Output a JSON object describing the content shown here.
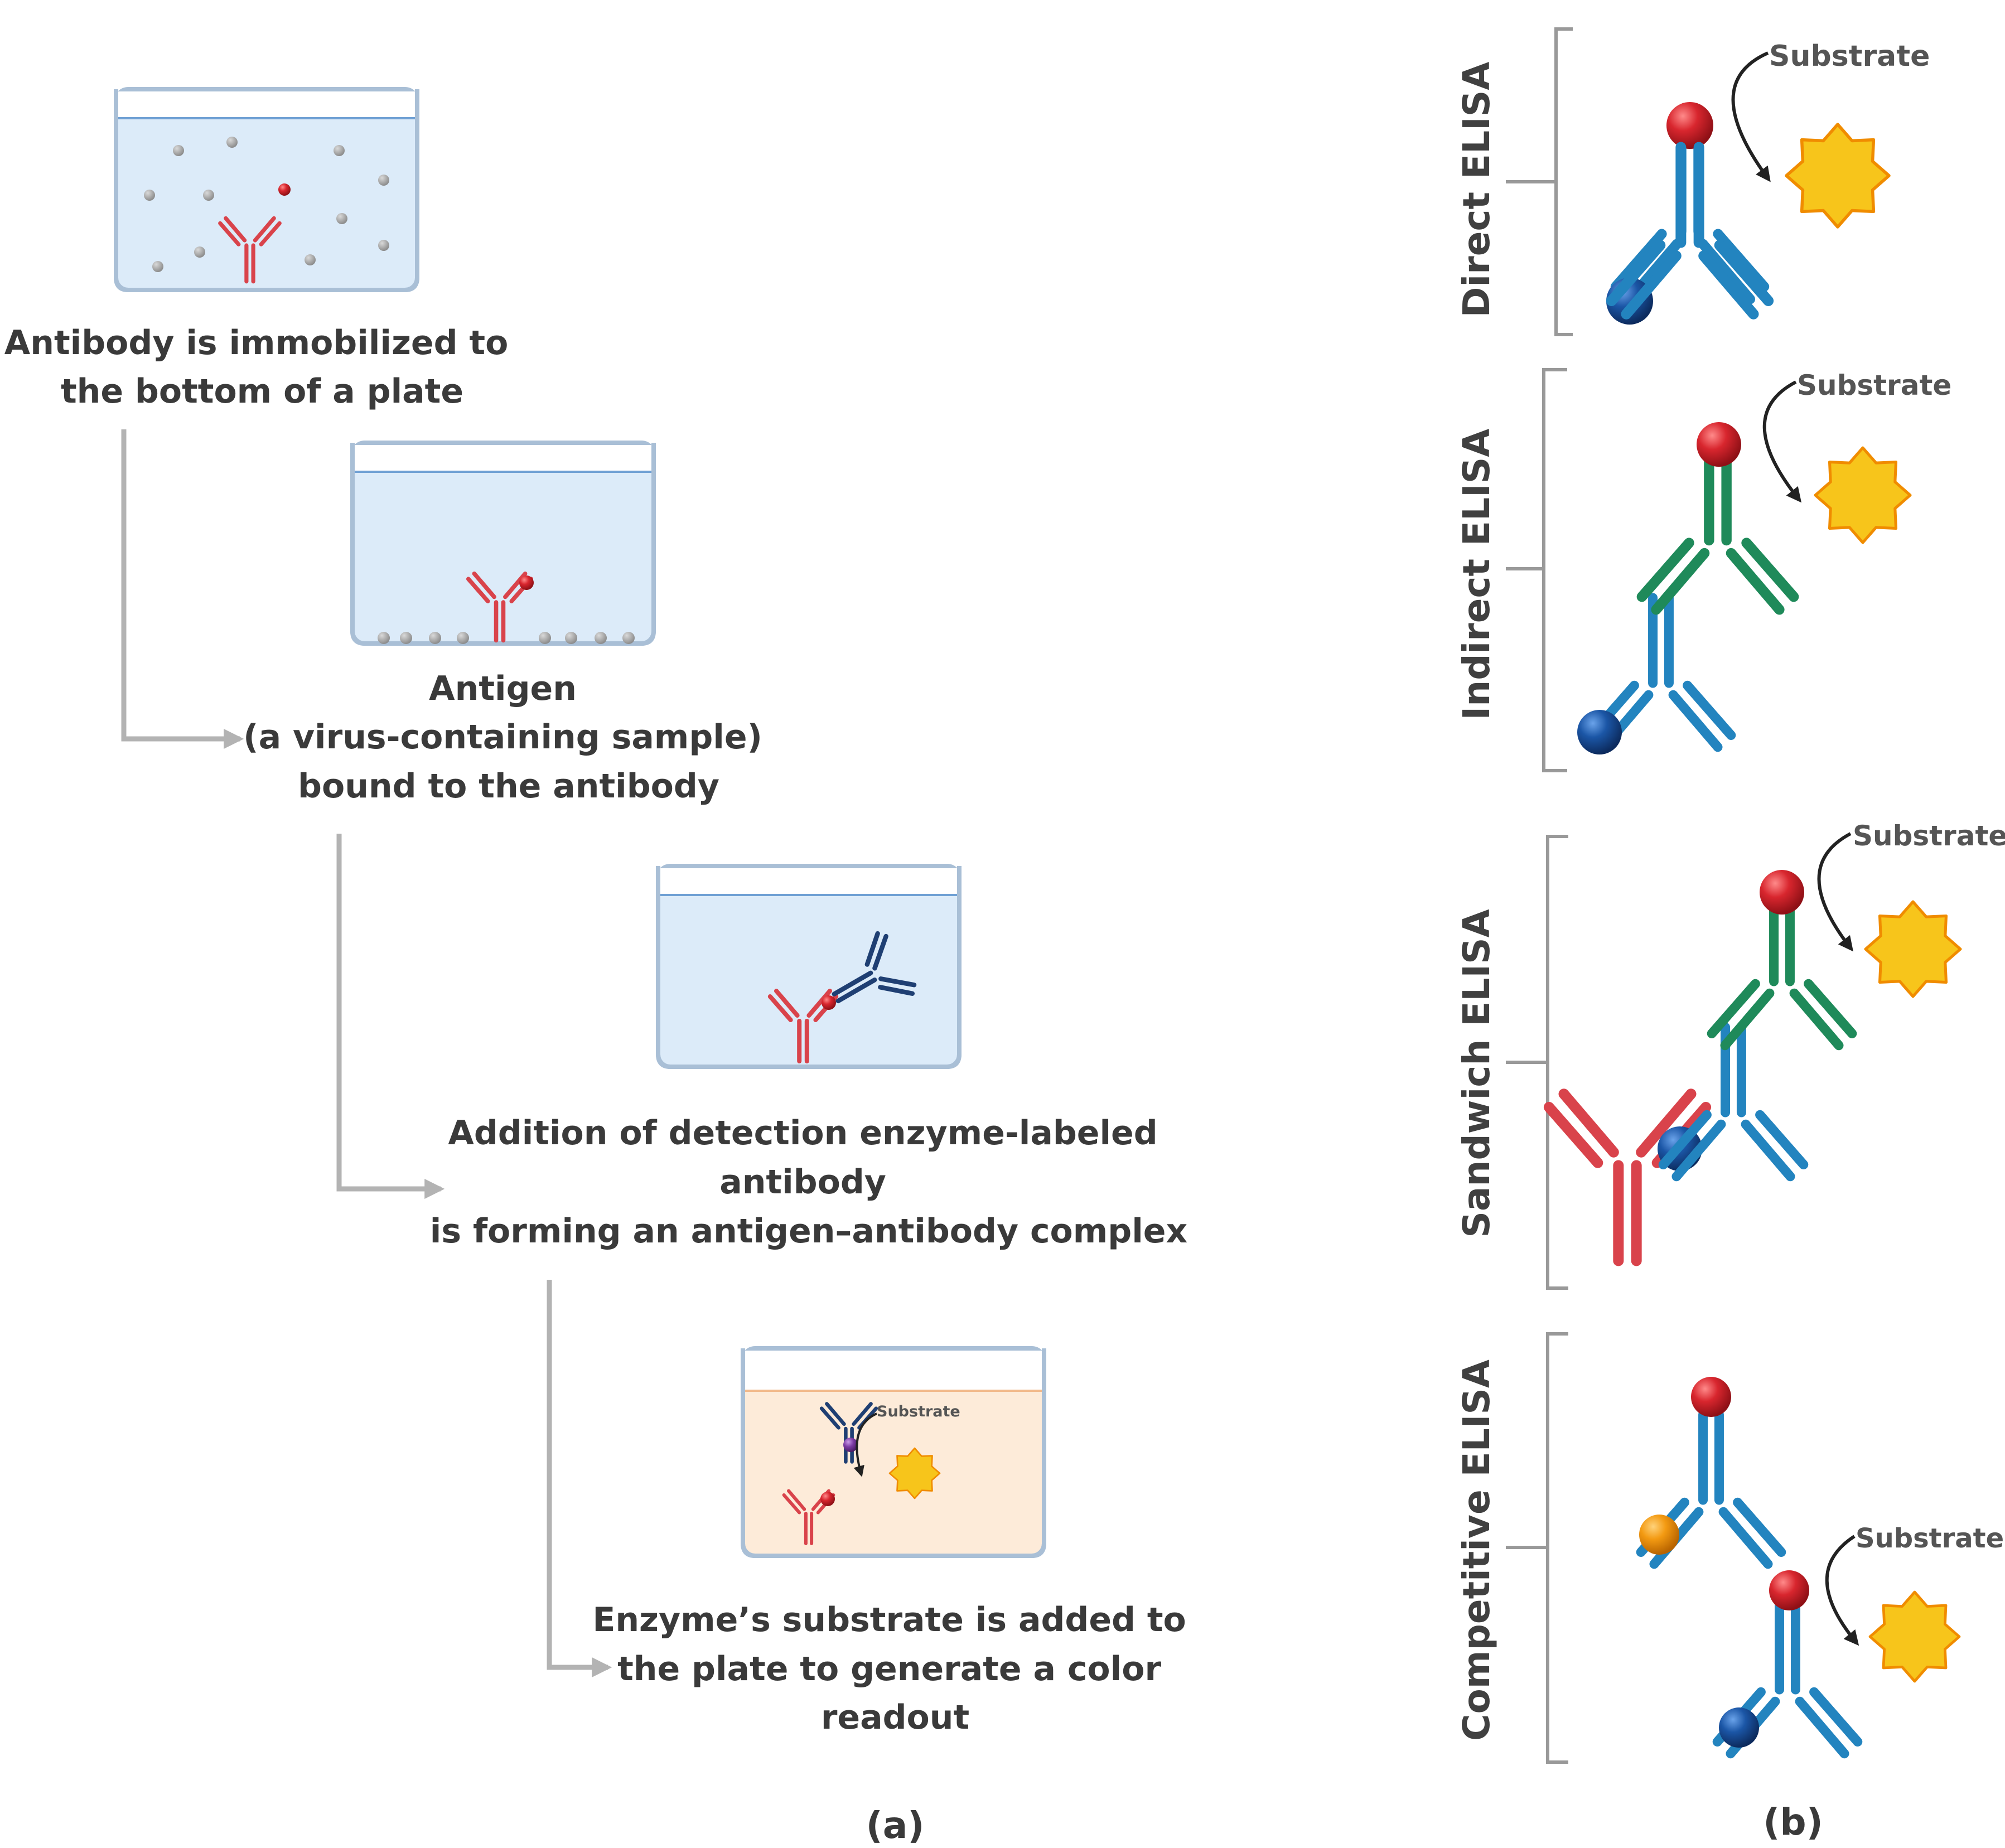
{
  "panel_a": {
    "label": "(a)",
    "steps": [
      {
        "lines": [
          "Antibody is immobilized to",
          "the bottom of a plate"
        ]
      },
      {
        "lines": [
          "Antigen",
          "(a virus-containing sample)",
          "bound to the antibody"
        ]
      },
      {
        "lines": [
          "Addition of detection enzyme-labeled",
          "antibody",
          "is forming an antigen–antibody complex"
        ]
      },
      {
        "lines": [
          "Enzyme’s substrate is added to",
          "the plate to generate a color",
          "readout"
        ]
      }
    ],
    "well_substrate_label": "Substrate"
  },
  "panel_b": {
    "label": "(b)",
    "rows": [
      {
        "name": "Direct ELISA",
        "substrate": "Substrate"
      },
      {
        "name": "Indirect ELISA",
        "substrate": "Substrate"
      },
      {
        "name": "Sandwich ELISA",
        "substrate": "Substrate"
      },
      {
        "name": "Competitive ELISA",
        "substrate": "Substrate"
      }
    ]
  },
  "colors": {
    "capture_antibody": "#d9434b",
    "detection_antibody": "#1f3f73",
    "primary_antibody": "#2384bf",
    "secondary_antibody": "#1f8a5a",
    "enzyme": "#c8232a",
    "antigen_dark_blue": "#1b4f99",
    "antigen_orange": "#f08c00",
    "product_star": "#f7c51b",
    "well_liquid": "#dcebf9",
    "well_liquid_colored": "#fdebd9",
    "arrow_gray": "#b3b3b3"
  }
}
